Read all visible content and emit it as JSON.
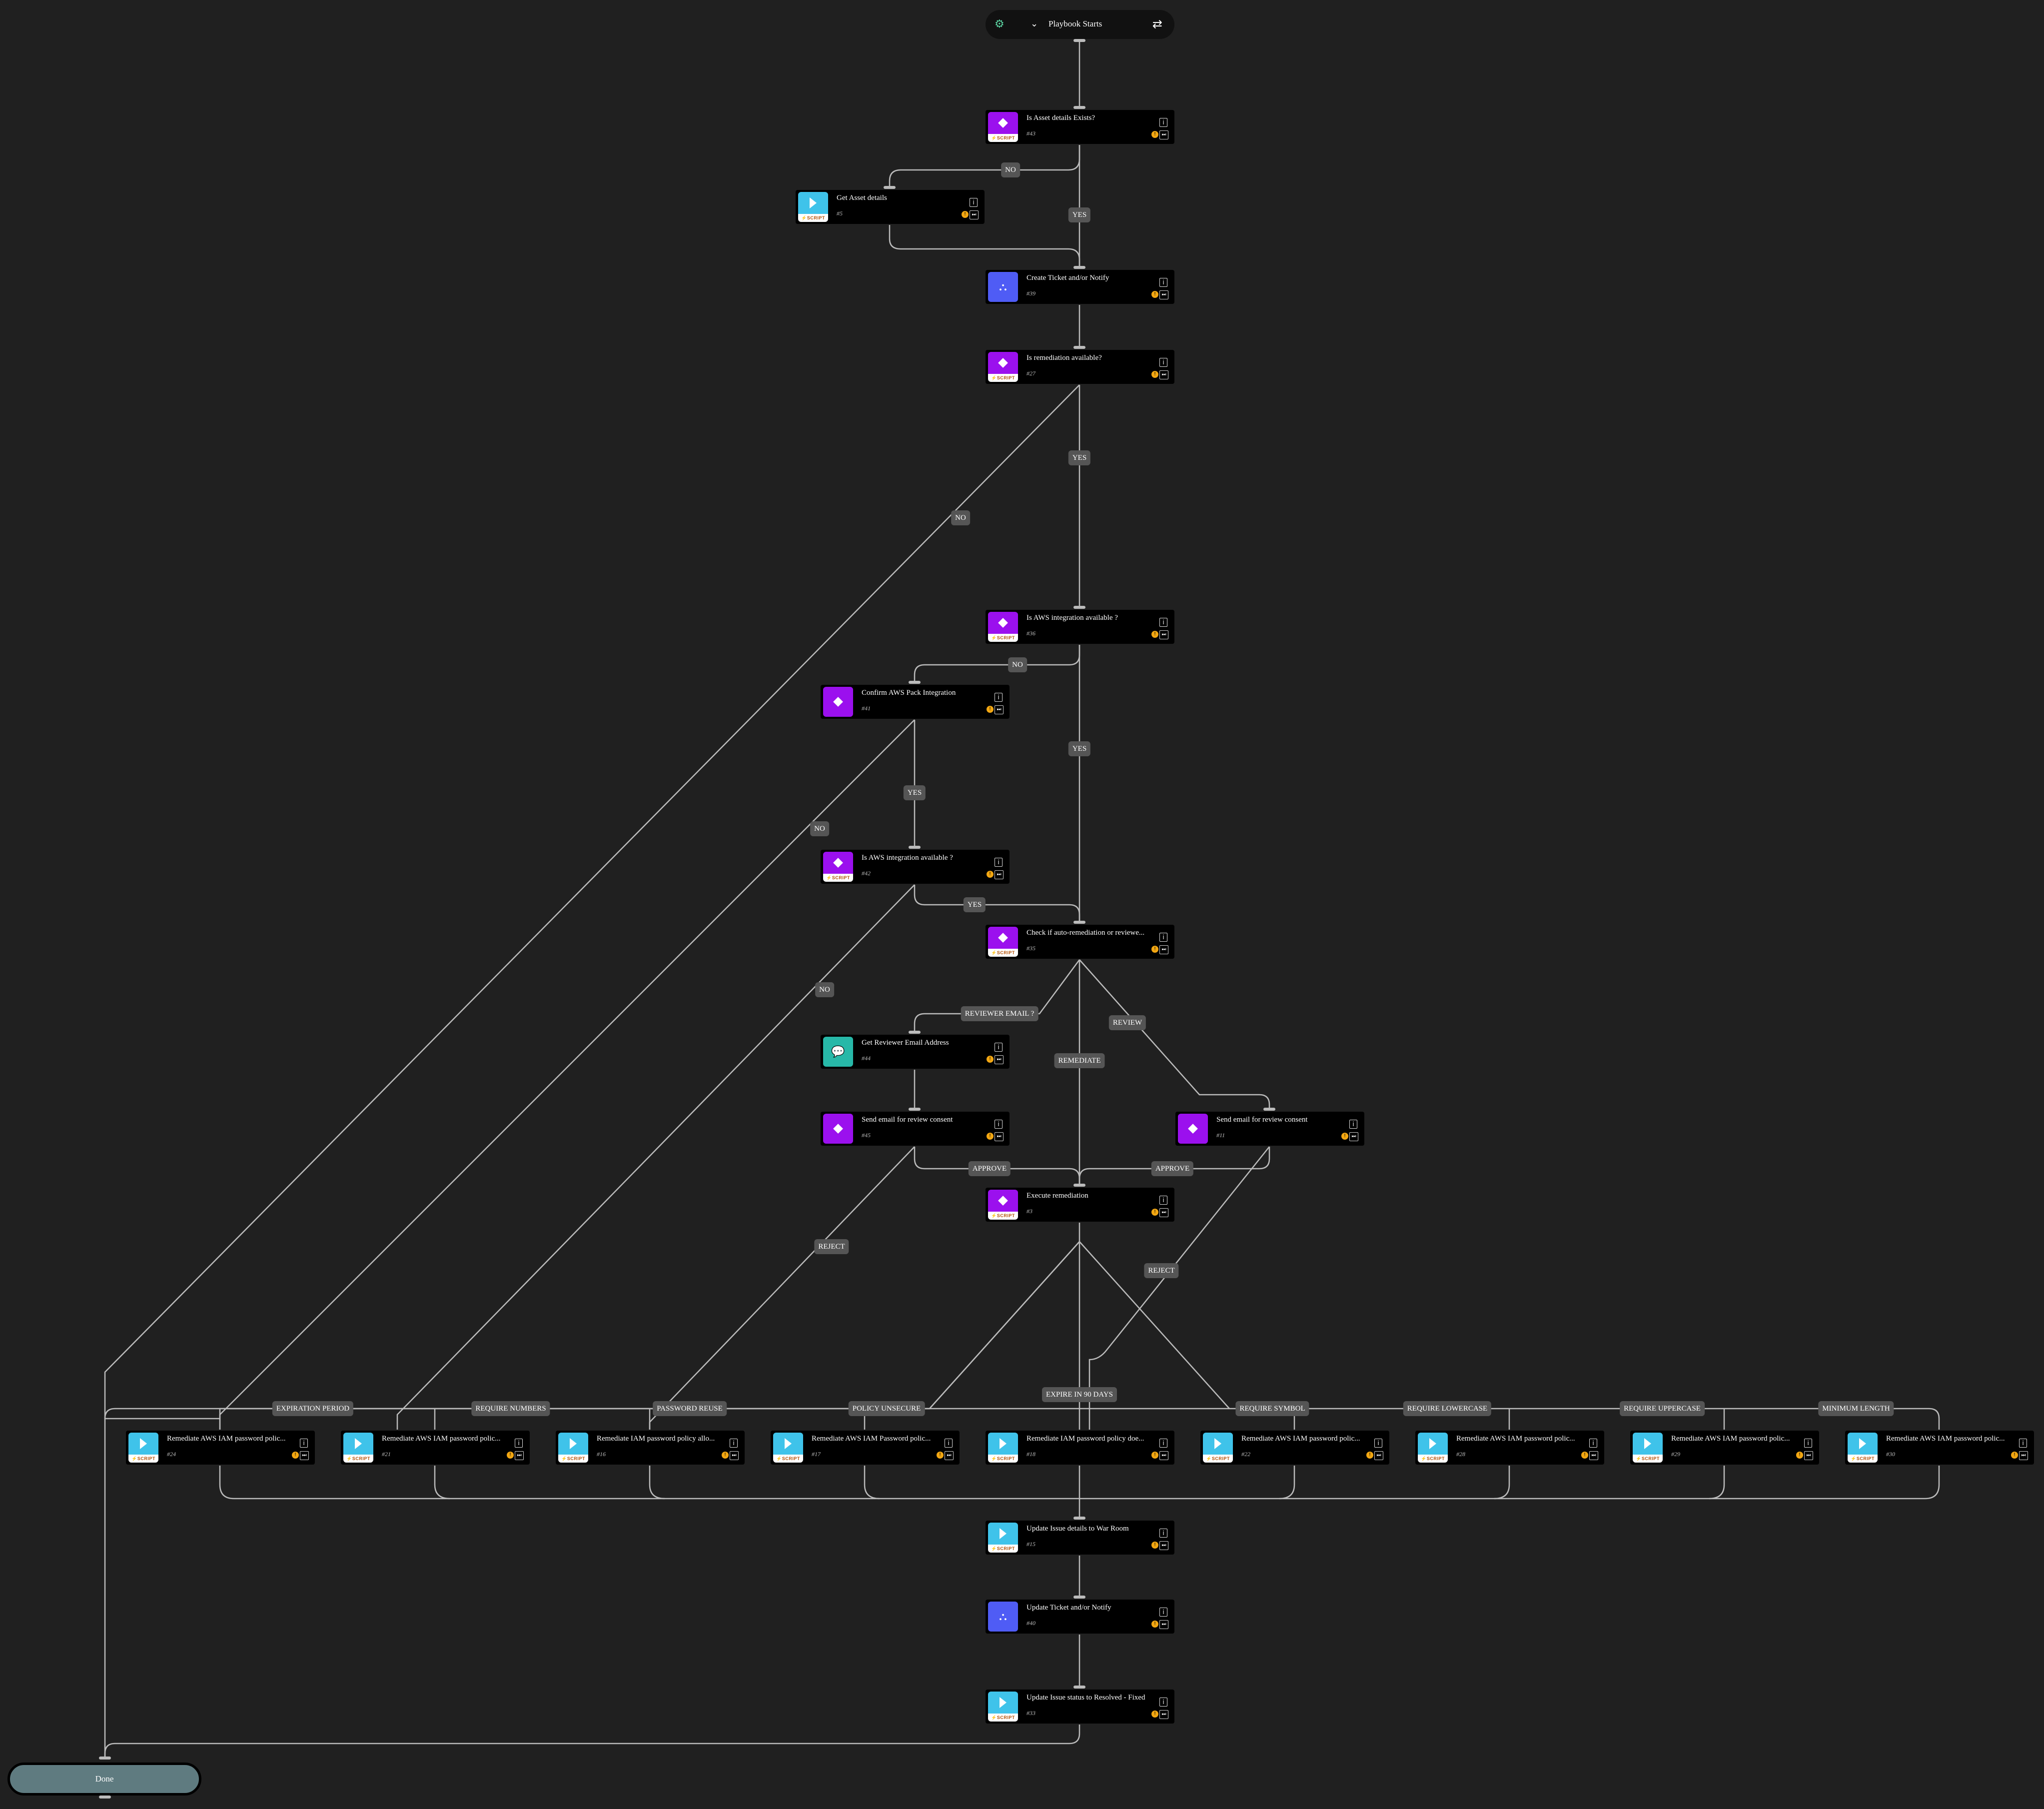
{
  "start": {
    "label": "Playbook Starts",
    "logo_icon": "cortex-logo-icon",
    "caret_icon": "chevron-down-icon",
    "swap_icon": "swap-arrows-icon"
  },
  "end": {
    "label": "Done"
  },
  "icon_strip_text": "SCRIPT",
  "colors": {
    "background": "#202020",
    "node": "#000000",
    "condition": "#9b10ee",
    "script": "#3fc3ea",
    "subplaybook": "#4f5cf5",
    "collect": "#27b8a8",
    "edge": "#bbbbbb",
    "pill": "#555555",
    "done": "#5f7b80"
  },
  "nodes": [
    {
      "key": "n43",
      "title": "Is Asset details Exists?",
      "num": "#43",
      "type": "condition"
    },
    {
      "key": "n5",
      "title": "Get Asset details",
      "num": "#5",
      "type": "script"
    },
    {
      "key": "n39",
      "title": "Create Ticket and/or Notify",
      "num": "#39",
      "type": "subplaybook"
    },
    {
      "key": "n27",
      "title": "Is remediation available?",
      "num": "#27",
      "type": "condition"
    },
    {
      "key": "n36",
      "title": "Is AWS integration available ?",
      "num": "#36",
      "type": "condition"
    },
    {
      "key": "n41",
      "title": "Confirm AWS Pack Integration",
      "num": "#41",
      "type": "manual-condition"
    },
    {
      "key": "n42",
      "title": "Is AWS integration available ?",
      "num": "#42",
      "type": "condition"
    },
    {
      "key": "n35",
      "title": "Check if auto-remediation or reviewe...",
      "num": "#35",
      "type": "condition"
    },
    {
      "key": "n44",
      "title": "Get Reviewer Email Address",
      "num": "#44",
      "type": "collect"
    },
    {
      "key": "n45",
      "title": "Send email for review consent",
      "num": "#45",
      "type": "manual-condition"
    },
    {
      "key": "n11",
      "title": "Send email for review consent",
      "num": "#11",
      "type": "manual-condition"
    },
    {
      "key": "n3",
      "title": "Execute remediation",
      "num": "#3",
      "type": "condition"
    },
    {
      "key": "n24",
      "title": "Remediate AWS IAM password polic...",
      "num": "#24",
      "type": "script"
    },
    {
      "key": "n21",
      "title": "Remediate AWS IAM password polic...",
      "num": "#21",
      "type": "script"
    },
    {
      "key": "n16",
      "title": "Remediate IAM password policy allo...",
      "num": "#16",
      "type": "script"
    },
    {
      "key": "n17",
      "title": "Remediate AWS IAM Password polic...",
      "num": "#17",
      "type": "script"
    },
    {
      "key": "n18",
      "title": "Remediate IAM password policy doe...",
      "num": "#18",
      "type": "script"
    },
    {
      "key": "n22",
      "title": "Remediate AWS IAM password polic...",
      "num": "#22",
      "type": "script"
    },
    {
      "key": "n28",
      "title": "Remediate AWS IAM password polic...",
      "num": "#28",
      "type": "script"
    },
    {
      "key": "n29",
      "title": "Remediate AWS IAM password polic...",
      "num": "#29",
      "type": "script"
    },
    {
      "key": "n30",
      "title": "Remediate AWS IAM password polic...",
      "num": "#30",
      "type": "script"
    },
    {
      "key": "n15",
      "title": "Update Issue details to War Room",
      "num": "#15",
      "type": "script"
    },
    {
      "key": "n40",
      "title": "Update Ticket and/or Notify",
      "num": "#40",
      "type": "subplaybook"
    },
    {
      "key": "n33",
      "title": "Update Issue status to Resolved - Fixed",
      "num": "#33",
      "type": "script"
    }
  ],
  "edge_labels": [
    {
      "key": "l1",
      "text": "NO"
    },
    {
      "key": "l2",
      "text": "YES"
    },
    {
      "key": "l3",
      "text": "YES"
    },
    {
      "key": "l4",
      "text": "NO"
    },
    {
      "key": "l5",
      "text": "NO"
    },
    {
      "key": "l6",
      "text": "YES"
    },
    {
      "key": "l7",
      "text": "YES"
    },
    {
      "key": "l8",
      "text": "NO"
    },
    {
      "key": "l9",
      "text": "YES"
    },
    {
      "key": "l10",
      "text": "NO"
    },
    {
      "key": "l11",
      "text": "REVIEWER EMAIL ?"
    },
    {
      "key": "l12",
      "text": "REVIEW"
    },
    {
      "key": "l13",
      "text": "REMEDIATE"
    },
    {
      "key": "l14",
      "text": "APPROVE"
    },
    {
      "key": "l15",
      "text": "APPROVE"
    },
    {
      "key": "l16",
      "text": "REJECT"
    },
    {
      "key": "l17",
      "text": "REJECT"
    },
    {
      "key": "l18",
      "text": "EXPIRE IN 90 DAYS"
    },
    {
      "key": "l19",
      "text": "EXPIRATION PERIOD"
    },
    {
      "key": "l20",
      "text": "REQUIRE NUMBERS"
    },
    {
      "key": "l21",
      "text": "PASSWORD REUSE"
    },
    {
      "key": "l22",
      "text": "POLICY UNSECURE"
    },
    {
      "key": "l23",
      "text": "REQUIRE SYMBOL"
    },
    {
      "key": "l24",
      "text": "REQUIRE LOWERCASE"
    },
    {
      "key": "l25",
      "text": "REQUIRE UPPERCASE"
    },
    {
      "key": "l26",
      "text": "MINIMUM LENGTH"
    }
  ]
}
